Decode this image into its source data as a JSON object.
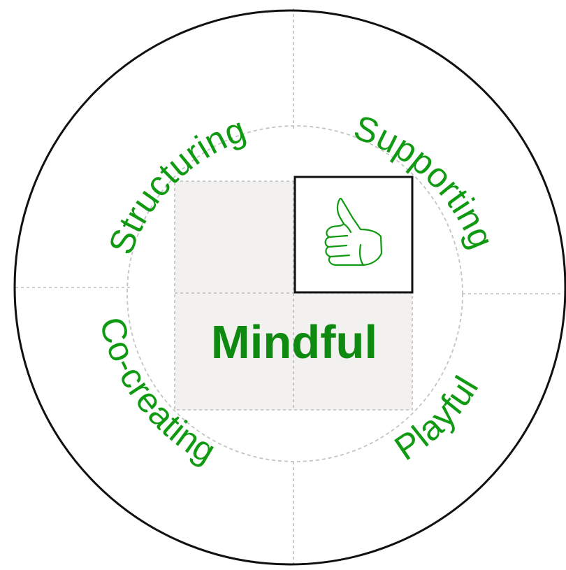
{
  "diagram": {
    "center_label": "Mindful",
    "icon": "thumbs-up-icon",
    "segments": [
      {
        "id": "structuring",
        "label": "Structuring"
      },
      {
        "id": "supporting",
        "label": "Supporting"
      },
      {
        "id": "co-creating",
        "label": "Co-creating"
      },
      {
        "id": "playful",
        "label": "Playful"
      }
    ],
    "colors": {
      "text": "#0f9a12",
      "center_text": "#0f8a10",
      "outline": "#111111",
      "divider": "#bdbdbd",
      "quadrant_fill": "#f3f1ef"
    }
  }
}
